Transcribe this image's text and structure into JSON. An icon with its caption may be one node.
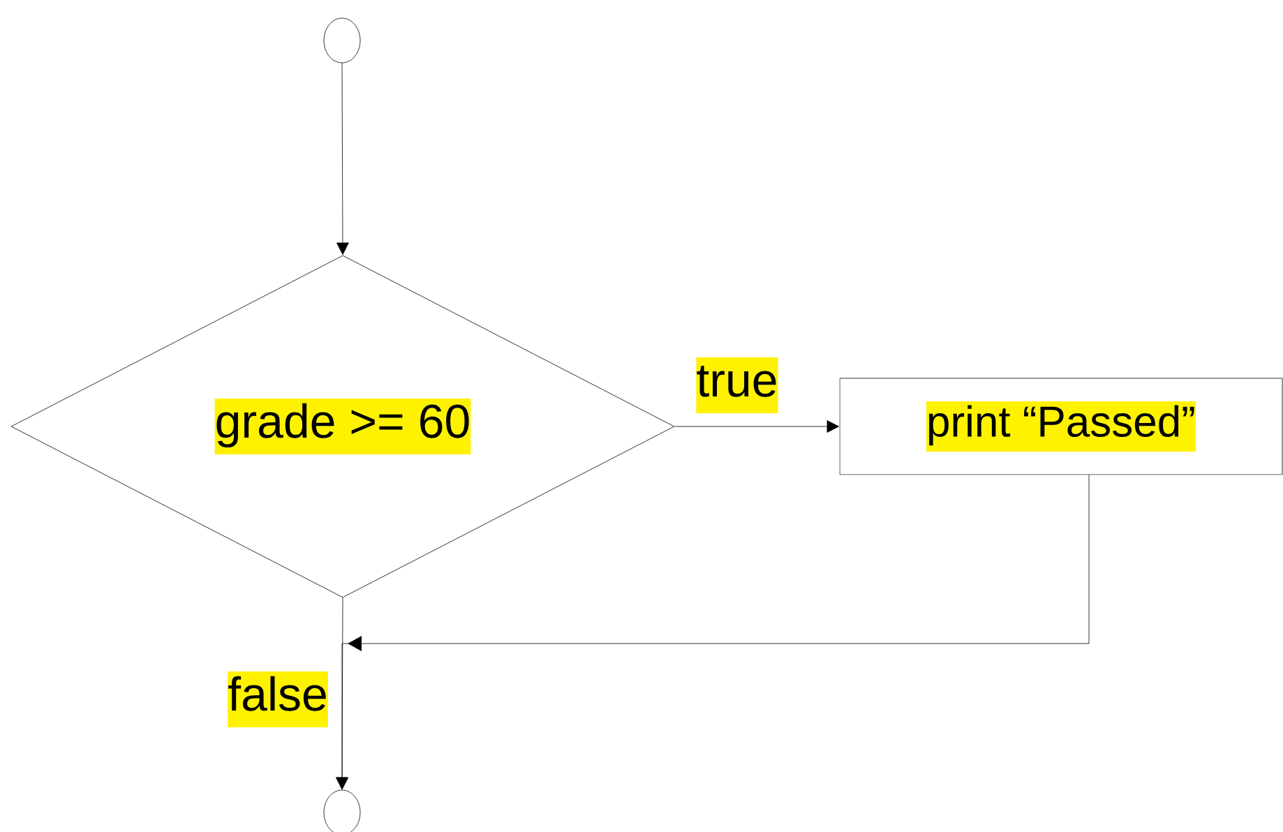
{
  "diagram": {
    "nodes": [
      {
        "text": [],
        "shape": "circle"
      },
      {
        "text": [
          "grade >= 60"
        ]
      },
      {
        "text": [
          "print “Passed”"
        ]
      },
      {
        "text": [],
        "shape": "circle"
      }
    ],
    "edges": [
      {
        "from": 0,
        "to": 1,
        "arrow": "to"
      },
      {
        "from": 1,
        "to": 2,
        "arrow": "to",
        "label": "true"
      },
      {
        "from": 2,
        "to": 3,
        "arrow": "to"
      },
      {
        "from": 1,
        "to": 3,
        "arrow": "to",
        "label": "false"
      }
    ]
  }
}
